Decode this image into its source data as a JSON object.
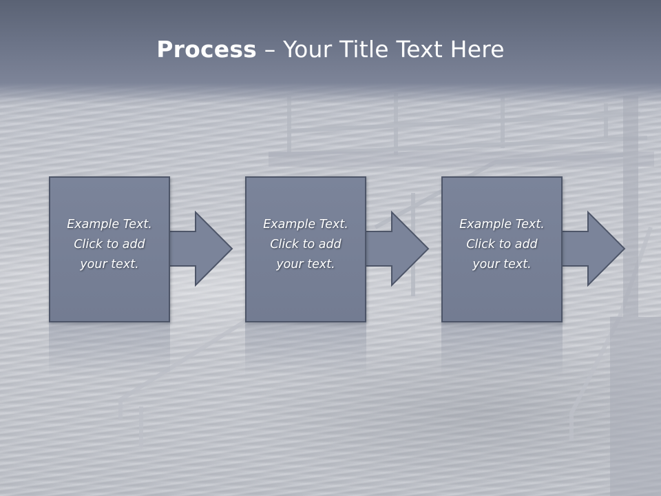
{
  "slide": {
    "title_bold": "Process",
    "title_rest": " – Your Title Text Here",
    "steps": [
      {
        "text": "Example Text.\nClick  to add\nyour text."
      },
      {
        "text": "Example Text.\nClick  to add\nyour text."
      },
      {
        "text": "Example Text.\nClick  to add\nyour text."
      }
    ]
  },
  "colors": {
    "title_band": "#6b7387",
    "box_fill": "#7b849a",
    "box_border": "#4d5568",
    "text": "#ffffff"
  }
}
